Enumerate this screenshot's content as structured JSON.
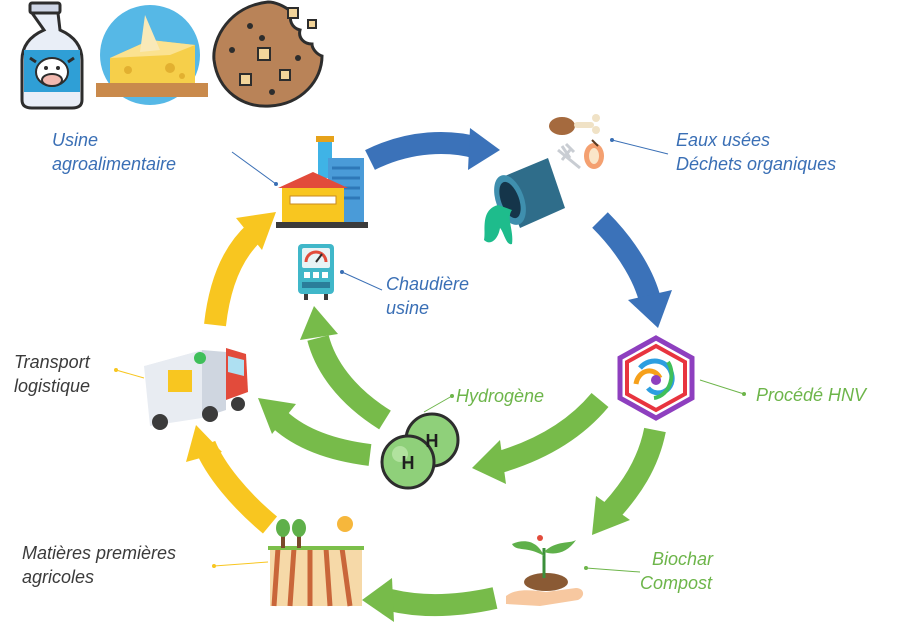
{
  "labels": {
    "usine": [
      "Usine",
      "agroalimentaire"
    ],
    "eaux": [
      "Eaux usées",
      "Déchets organiques"
    ],
    "chaudiere": [
      "Chaudière",
      "usine"
    ],
    "procede": "Procédé HNV",
    "hydrogene": "Hydrogène",
    "transport": [
      "Transport",
      "logistique"
    ],
    "matieres": [
      "Matières premières",
      "agricoles"
    ],
    "biochar": [
      "Biochar",
      "Compost"
    ],
    "h_symbol": "H"
  },
  "colors": {
    "blue_arrow": "#3b72b9",
    "yellow_arrow": "#f8c620",
    "green_arrow": "#77bb4a",
    "blue_text": "#3a6fb5",
    "green_text": "#6db54a",
    "dark_text": "#3b3b3b"
  },
  "icons": [
    "milk-bottle-icon",
    "cheese-icon",
    "cookie-icon",
    "factory-icon",
    "sewer-pipe-icon",
    "organic-waste-icon",
    "boiler-icon",
    "hnv-process-logo",
    "hydrogen-molecule-icon",
    "truck-icon",
    "farm-field-icon",
    "sprout-hand-icon"
  ]
}
